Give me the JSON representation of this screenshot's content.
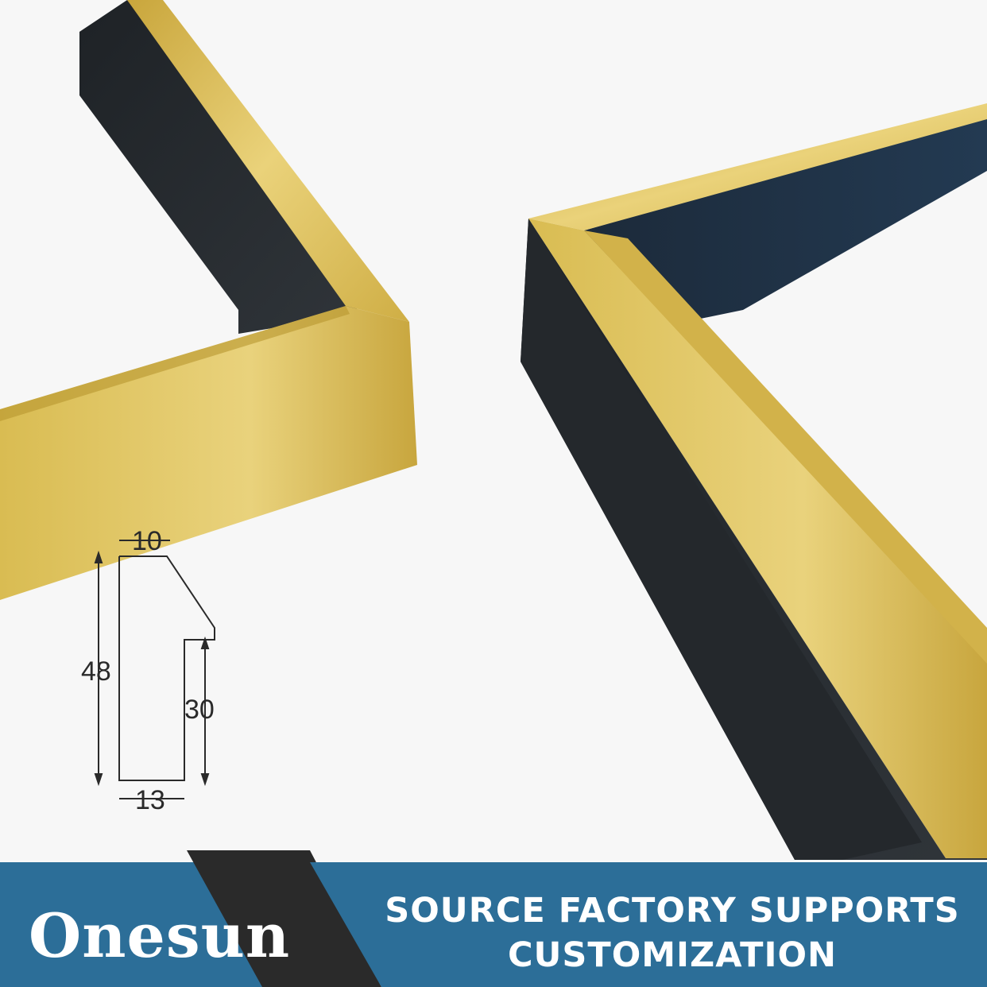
{
  "profile_dimensions": {
    "top_width": "10",
    "total_height": "48",
    "rabbet_height": "30",
    "bottom_width": "13"
  },
  "banner": {
    "logo_text": "Onesun",
    "tagline_line1": "SOURCE FACTORY SUPPORTS",
    "tagline_line2": "CUSTOMIZATION"
  },
  "colors": {
    "background": "#f7f7f7",
    "gold": "#d8b84a",
    "frame_black": "#262a2e",
    "banner_blue": "#2c6e98",
    "banner_dark": "#2a2a2a"
  }
}
